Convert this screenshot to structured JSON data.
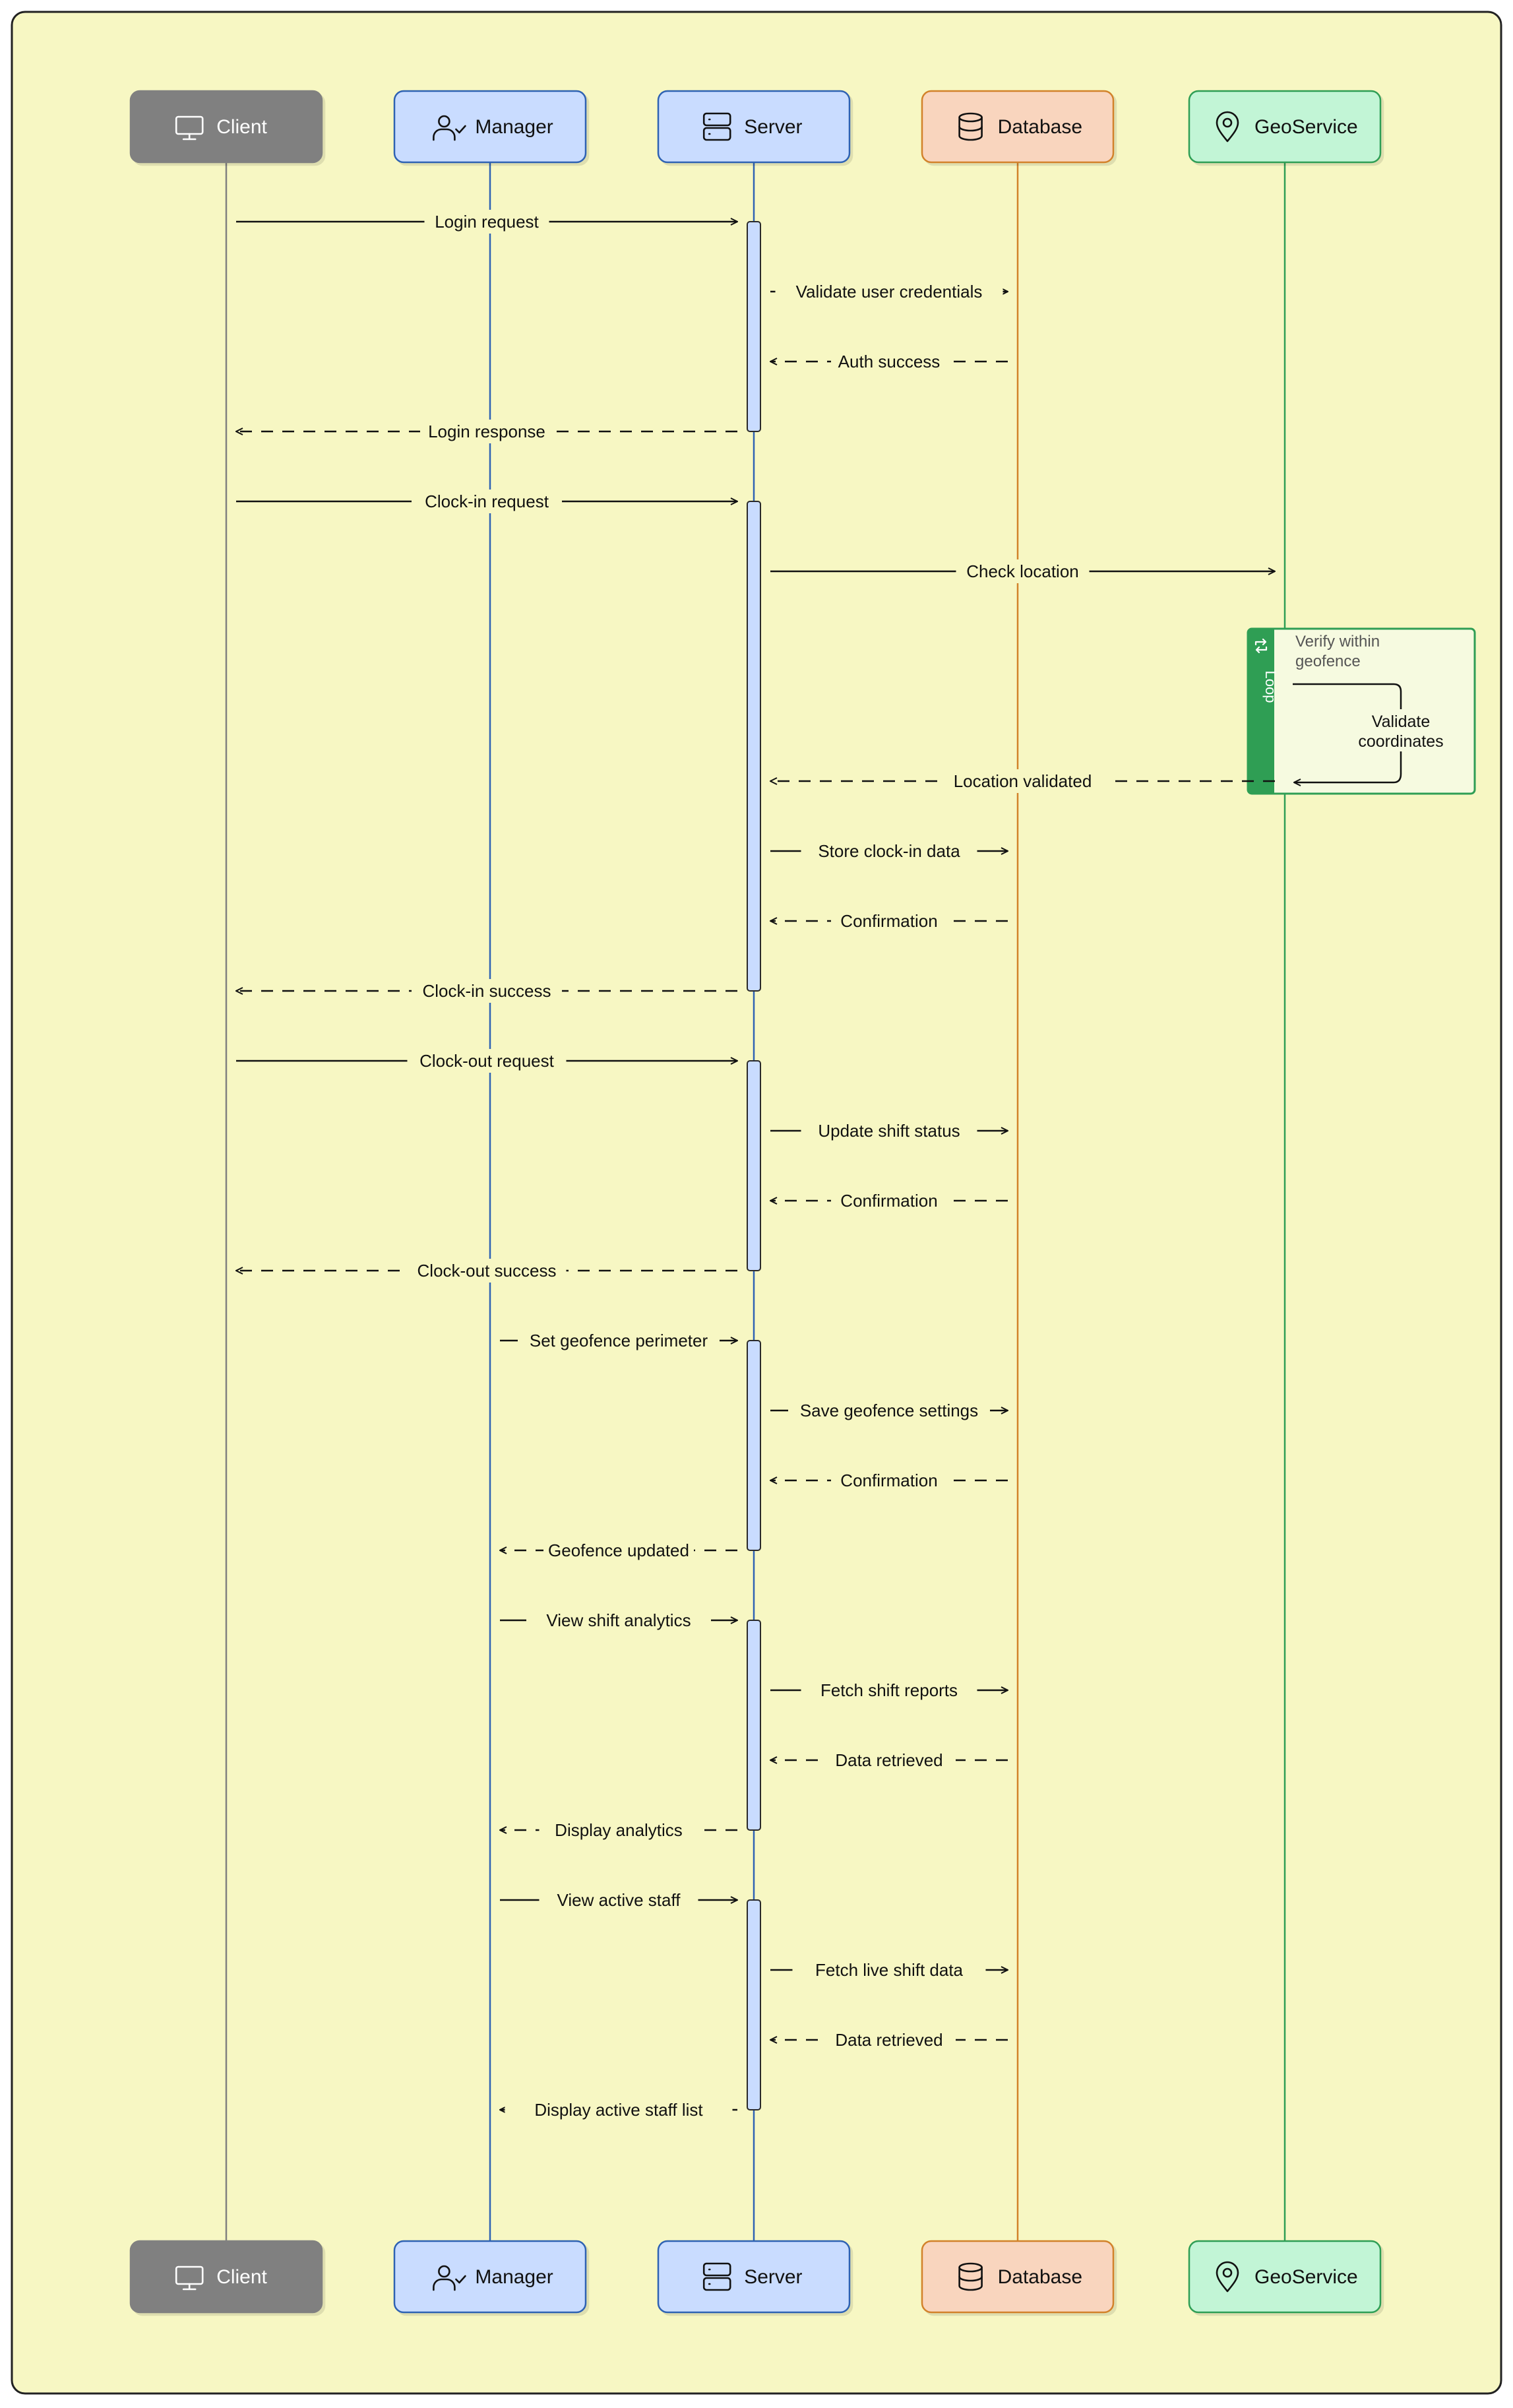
{
  "participants": [
    {
      "id": "client",
      "label": "Client",
      "icon": "monitor-icon",
      "fill": "#808080",
      "stroke": "#808080",
      "text": "#ffffff",
      "line": "#808080"
    },
    {
      "id": "manager",
      "label": "Manager",
      "icon": "user-check-icon",
      "fill": "#c9dcff",
      "stroke": "#2f62b3",
      "text": "#111111",
      "line": "#2f62b3"
    },
    {
      "id": "server",
      "label": "Server",
      "icon": "server-icon",
      "fill": "#c9dcff",
      "stroke": "#2f62b3",
      "text": "#111111",
      "line": "#2f62b3"
    },
    {
      "id": "database",
      "label": "Database",
      "icon": "database-icon",
      "fill": "#f9d5be",
      "stroke": "#d2822a",
      "text": "#111111",
      "line": "#d2822a"
    },
    {
      "id": "geoservice",
      "label": "GeoService",
      "icon": "map-pin-icon",
      "fill": "#c2f5d6",
      "stroke": "#2f9e54",
      "text": "#111111",
      "line": "#2f9e54"
    }
  ],
  "messages": [
    {
      "from": "client",
      "to": "server",
      "label": "Login request",
      "type": "solid"
    },
    {
      "from": "server",
      "to": "database",
      "label": "Validate user credentials",
      "type": "solid"
    },
    {
      "from": "database",
      "to": "server",
      "label": "Auth success",
      "type": "dashed"
    },
    {
      "from": "server",
      "to": "client",
      "label": "Login response",
      "type": "dashed"
    },
    {
      "from": "client",
      "to": "server",
      "label": "Clock-in request",
      "type": "solid"
    },
    {
      "from": "server",
      "to": "geoservice",
      "label": "Check location",
      "type": "solid"
    },
    {
      "from": "geoservice",
      "to": "server",
      "label": "Location validated",
      "type": "dashed"
    },
    {
      "from": "server",
      "to": "database",
      "label": "Store clock-in data",
      "type": "solid"
    },
    {
      "from": "database",
      "to": "server",
      "label": "Confirmation",
      "type": "dashed"
    },
    {
      "from": "server",
      "to": "client",
      "label": "Clock-in success",
      "type": "dashed"
    },
    {
      "from": "client",
      "to": "server",
      "label": "Clock-out request",
      "type": "solid"
    },
    {
      "from": "server",
      "to": "database",
      "label": "Update shift status",
      "type": "solid"
    },
    {
      "from": "database",
      "to": "server",
      "label": "Confirmation",
      "type": "dashed"
    },
    {
      "from": "server",
      "to": "client",
      "label": "Clock-out success",
      "type": "dashed"
    },
    {
      "from": "manager",
      "to": "server",
      "label": "Set geofence perimeter",
      "type": "solid"
    },
    {
      "from": "server",
      "to": "database",
      "label": "Save geofence settings",
      "type": "solid"
    },
    {
      "from": "database",
      "to": "server",
      "label": "Confirmation",
      "type": "dashed"
    },
    {
      "from": "server",
      "to": "manager",
      "label": "Geofence updated",
      "type": "dashed"
    },
    {
      "from": "manager",
      "to": "server",
      "label": "View shift analytics",
      "type": "solid"
    },
    {
      "from": "server",
      "to": "database",
      "label": "Fetch shift reports",
      "type": "solid"
    },
    {
      "from": "database",
      "to": "server",
      "label": "Data retrieved",
      "type": "dashed"
    },
    {
      "from": "server",
      "to": "manager",
      "label": "Display analytics",
      "type": "dashed"
    },
    {
      "from": "manager",
      "to": "server",
      "label": "View active staff",
      "type": "solid"
    },
    {
      "from": "server",
      "to": "database",
      "label": "Fetch live shift data",
      "type": "solid"
    },
    {
      "from": "database",
      "to": "server",
      "label": "Data retrieved",
      "type": "dashed"
    },
    {
      "from": "server",
      "to": "manager",
      "label": "Display active staff list",
      "type": "dashed"
    }
  ],
  "loop": {
    "tag": "Loop",
    "icon": "repeat-icon",
    "condition": "Verify within geofence",
    "self_message": "Validate coordinates",
    "participant": "geoservice",
    "accent": "#2f9e54",
    "fill": "#f6fae0"
  },
  "colors": {
    "background": "#f7f7c3",
    "frame": "#222222",
    "activation": "#c9dcff"
  }
}
